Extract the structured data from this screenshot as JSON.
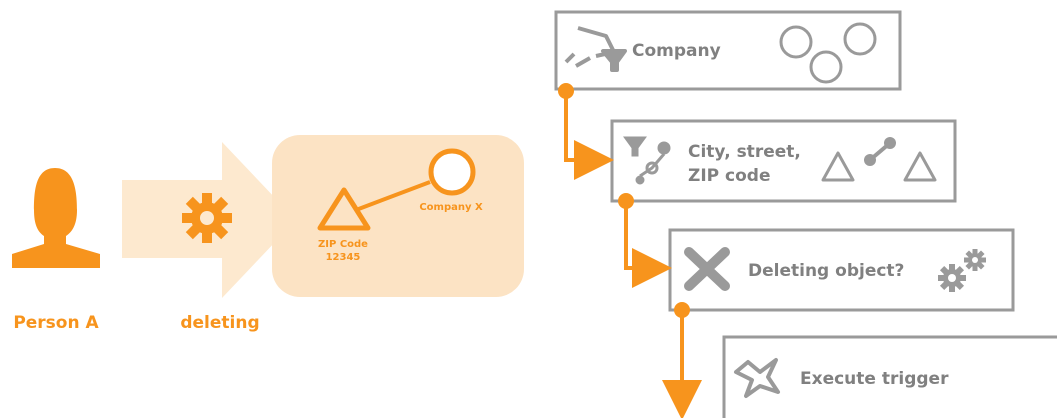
{
  "colors": {
    "accent": "#f7941d",
    "accent_light": "#fce3c4",
    "arrow_fill": "#fde9cf",
    "box_border": "#9a9a9a",
    "box_text": "#808080"
  },
  "actor": {
    "label": "Person A",
    "icon": "person-icon"
  },
  "action": {
    "label": "deleting",
    "icon": "gear-icon"
  },
  "relation": {
    "zip_label": "ZIP Code",
    "zip_value": "12345",
    "company_label": "Company X"
  },
  "steps": [
    {
      "label_lines": [
        "Company"
      ],
      "icon": "funnel-icon",
      "right_icon": "circles-icon"
    },
    {
      "label_lines": [
        "City, street,",
        "ZIP code"
      ],
      "icon": "filter-graph-icon",
      "right_icon": "triangles-graph-icon"
    },
    {
      "label_lines": [
        "Deleting object?"
      ],
      "icon": "x-mark-icon",
      "right_icon": "gears-icon"
    },
    {
      "label_lines": [
        "Execute trigger"
      ],
      "icon": "star-trigger-icon",
      "right_icon": ""
    }
  ]
}
